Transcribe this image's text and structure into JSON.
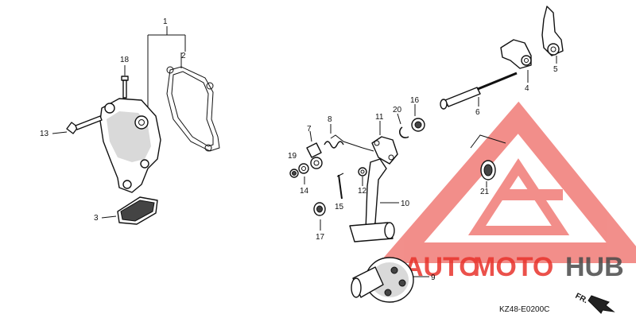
{
  "diagram": {
    "code": "KZ48-E0200C",
    "direction_label": "FR.",
    "watermark": {
      "brand": "AUTOMOTOHUB",
      "colors": {
        "red": "#e8332c",
        "gray": "#4a4a4a"
      }
    },
    "callouts": [
      "1",
      "2",
      "3",
      "4",
      "5",
      "6",
      "7",
      "8",
      "9",
      "10",
      "11",
      "12",
      "13",
      "14",
      "15",
      "16",
      "17",
      "18",
      "19",
      "20",
      "21"
    ]
  }
}
